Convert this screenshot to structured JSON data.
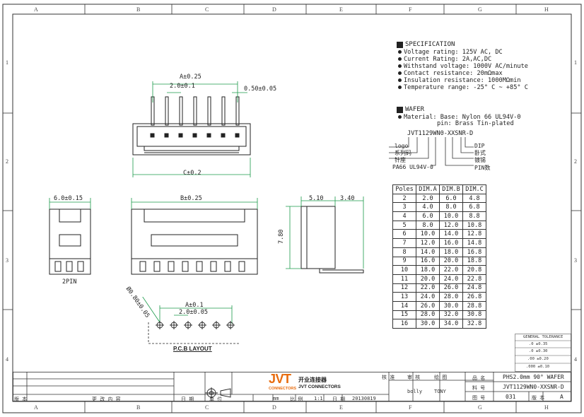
{
  "frame": {
    "columns": [
      "A",
      "B",
      "C",
      "D",
      "E",
      "F",
      "G",
      "H"
    ],
    "rows": [
      "1",
      "2",
      "3",
      "4"
    ]
  },
  "spec": {
    "title": "SPECIFICATION",
    "lines": [
      "Voltage rating: 125V AC, DC",
      "Current Rating: 2A,AC,DC",
      "Withstand voltage: 1000V AC/minute",
      "Contact resistance: 20mΩmax",
      "Insulation resistance: 1000MΩmin",
      "Temperature range: -25° C ~ +85° C"
    ]
  },
  "wafer": {
    "title": "WAFER",
    "line1": "Material: Base: Nylon 66 UL94V-0",
    "line2": "pin: Brass Tin-plated"
  },
  "part_code": {
    "code": "JVT1129WN0-XXSNR-D",
    "left_labels": [
      "logo",
      "系列码",
      "针座",
      "PA66 UL94V-0"
    ],
    "right_labels": [
      "DIP",
      "卧式",
      "镀锡",
      "PIN数"
    ]
  },
  "dims": {
    "a": "A±0.25",
    "pitch": "2.0±0.1",
    "pin_w": "0.50±0.05",
    "c": "C±0.2",
    "side_w": "6.0±0.15",
    "b": "B±0.25",
    "side2_w": "5.10",
    "side2_lead": "3.40",
    "side2_h": "7.80",
    "side_lbl": "2PIN",
    "pcb_hole": "Ø0.80±0.05",
    "pcb_a": "A±0.1",
    "pcb_pitch": "2.0±0.05",
    "pcb_title": "P.C.B LAYOUT"
  },
  "table": {
    "headers": [
      "Poles",
      "DIM.A",
      "DIM.B",
      "DIM.C"
    ],
    "rows": [
      [
        "2",
        "2.0",
        "6.0",
        "4.8"
      ],
      [
        "3",
        "4.0",
        "8.0",
        "6.8"
      ],
      [
        "4",
        "6.0",
        "10.0",
        "8.8"
      ],
      [
        "5",
        "8.0",
        "12.0",
        "10.8"
      ],
      [
        "6",
        "10.0",
        "14.0",
        "12.8"
      ],
      [
        "7",
        "12.0",
        "16.0",
        "14.8"
      ],
      [
        "8",
        "14.0",
        "18.0",
        "16.8"
      ],
      [
        "9",
        "16.0",
        "20.0",
        "18.8"
      ],
      [
        "10",
        "18.0",
        "22.0",
        "20.8"
      ],
      [
        "11",
        "20.0",
        "24.0",
        "22.8"
      ],
      [
        "12",
        "22.0",
        "26.0",
        "24.8"
      ],
      [
        "13",
        "24.0",
        "28.0",
        "26.8"
      ],
      [
        "14",
        "26.0",
        "30.0",
        "28.8"
      ],
      [
        "15",
        "28.0",
        "32.0",
        "30.8"
      ],
      [
        "16",
        "30.0",
        "34.0",
        "32.8"
      ]
    ]
  },
  "tolerance": {
    "title": "GENERAL TOLERANCE",
    "rows": [
      ".0 ±0.35",
      ".0 ±0.30",
      ".00 ±0.20",
      ".000 ±0.10"
    ]
  },
  "title_block": {
    "logo": "JVT",
    "logo_sub": "CONNECTORS",
    "cn_name": "开业连接器",
    "company": "JVT CONNECTORS",
    "approve": "核 准",
    "check": "审 核",
    "draw": "绘 图",
    "checker": "bolly",
    "drawer": "TONY",
    "name_lbl": "品 名",
    "name": "PHS2.0mm 90° WAFER",
    "part_lbl": "料 号",
    "part": "JVT1129WN0-XXSNR-D",
    "dwg_lbl": "图 号",
    "dwg": "031",
    "ver_lbl": "版 本",
    "ver": "A",
    "unit_lbl": "单 位",
    "unit": "mm",
    "scale_lbl": "比 例",
    "scale": "1:1",
    "date_lbl": "日 期",
    "date": "20130819",
    "rev_lbl": "版 本",
    "rev_desc": "更 改 内 容",
    "rev_date": "日 期"
  }
}
